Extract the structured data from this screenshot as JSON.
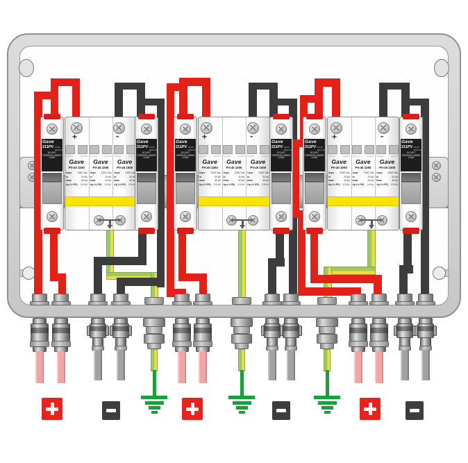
{
  "diagram_subject": "PV string protection combiner box wiring",
  "fuse_holder": {
    "brand": "Gave",
    "model": "211PV",
    "rating": "10x38 1000Vdc",
    "warning": "DO NOT OPERATE UNDER LOAD"
  },
  "spd": {
    "brand": "Gave",
    "model": "PV-40 1000",
    "status_left": "reparar",
    "status_right": "replace",
    "terminal_plus": "+",
    "terminal_minus": "-",
    "specs": [
      {
        "k": "Ucpv",
        "v": "1000 Vdc"
      },
      {
        "k": "In",
        "v": "20 kA"
      },
      {
        "k": "Imax",
        "v": "40 kA"
      },
      {
        "k": "Up (+/-PE)",
        "v": "2.5 kV"
      }
    ]
  },
  "legend": {
    "positive": "+",
    "negative": "-",
    "earth": "earth ground"
  },
  "colors": {
    "wire_positive": "#e32119",
    "wire_negative": "#3c3c3c",
    "earth_symbol": "#1aa038",
    "earth_wire_green": "#9fc95e",
    "earth_wire_yellow": "#ecdf45",
    "cable_positive": "#f2a5a5",
    "cable_negative": "#a2a2a2",
    "spd_stripe": "#f8e400",
    "tile_positive": "#e8231d",
    "tile_negative": "#3d3d3d",
    "fuse_cap_red": "#d41f1a"
  }
}
